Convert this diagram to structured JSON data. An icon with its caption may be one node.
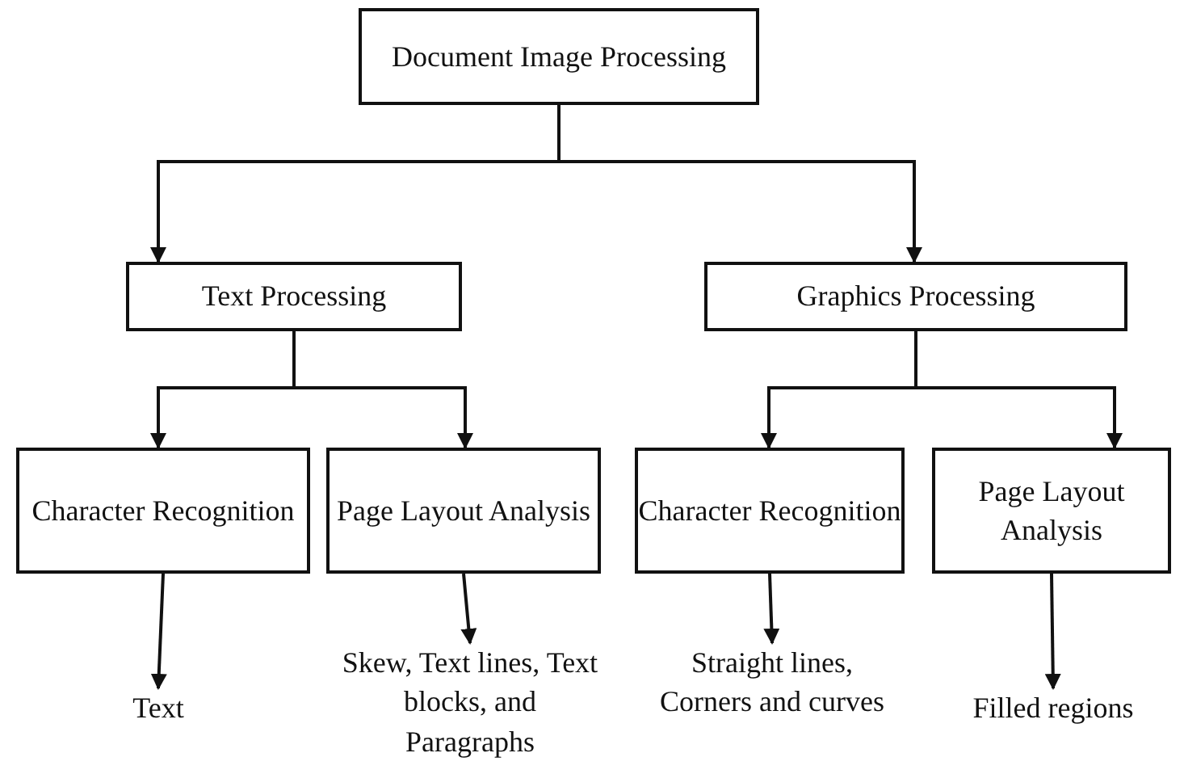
{
  "diagram": {
    "nodes": [
      {
        "text": [
          "Document Image Processing"
        ]
      },
      {
        "text": [
          "Text Processing"
        ]
      },
      {
        "text": [
          "Graphics Processing"
        ]
      },
      {
        "text": [
          "Character Recognition"
        ]
      },
      {
        "text": [
          "Page Layout Analysis"
        ]
      },
      {
        "text": [
          "Character Recognition"
        ]
      },
      {
        "text": [
          "Page Layout Analysis"
        ]
      },
      {
        "text": [
          "Text"
        ]
      },
      {
        "text": [
          "Skew, Text lines, Text blocks, and Paragraphs"
        ]
      },
      {
        "text": [
          "Straight lines, Corners and curves"
        ]
      },
      {
        "text": [
          "Filled regions"
        ]
      }
    ],
    "edges": [
      {
        "from": 0,
        "to": 1,
        "arrow": "to"
      },
      {
        "from": 0,
        "to": 2,
        "arrow": "to"
      },
      {
        "from": 1,
        "to": 3,
        "arrow": "to"
      },
      {
        "from": 1,
        "to": 4,
        "arrow": "to"
      },
      {
        "from": 2,
        "to": 5,
        "arrow": "to"
      },
      {
        "from": 2,
        "to": 6,
        "arrow": "to"
      },
      {
        "from": 3,
        "to": 7,
        "arrow": "to"
      },
      {
        "from": 4,
        "to": 8,
        "arrow": "to"
      },
      {
        "from": 5,
        "to": 9,
        "arrow": "to"
      },
      {
        "from": 6,
        "to": 10,
        "arrow": "to"
      }
    ]
  }
}
